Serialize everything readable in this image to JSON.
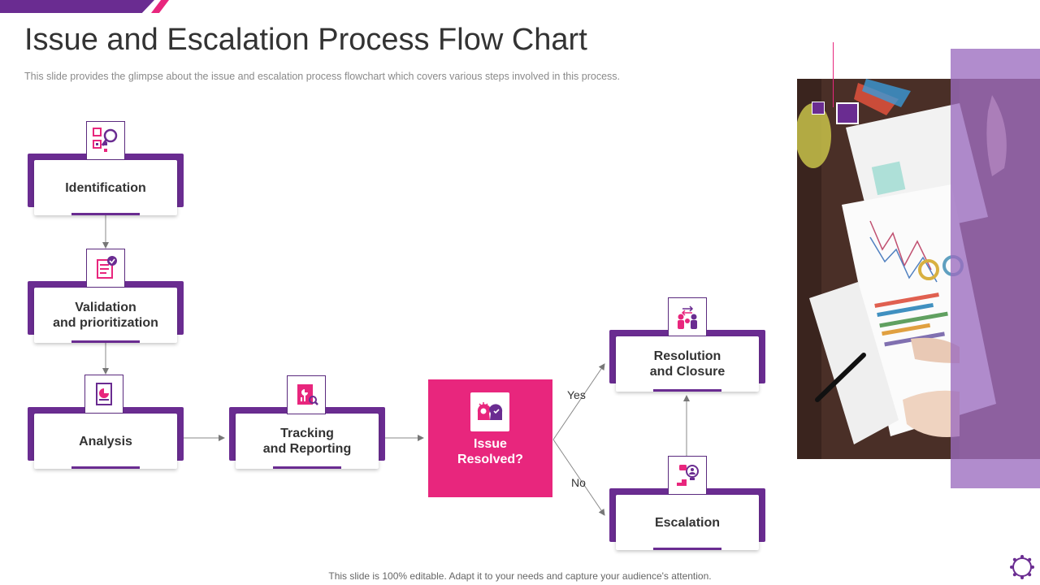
{
  "header": {
    "title": "Issue and Escalation Process Flow Chart",
    "subtitle": "This slide provides  the glimpse about the issue and escalation process flowchart which covers various  steps involved  in this process."
  },
  "steps": {
    "identification": {
      "label": "Identification",
      "icon": "qr-search-icon"
    },
    "validation": {
      "label": "Validation\nand prioritization",
      "icon": "scroll-check-icon"
    },
    "analysis": {
      "label": "Analysis",
      "icon": "document-chart-icon"
    },
    "tracking": {
      "label": "Tracking\nand Reporting",
      "icon": "report-search-icon"
    },
    "resolution": {
      "label": "Resolution\nand Closure",
      "icon": "people-discussion-icon"
    },
    "escalation": {
      "label": "Escalation",
      "icon": "idea-escalation-icon"
    }
  },
  "decision": {
    "label": "Issue\nResolved?",
    "icon": "heads-thinking-icon"
  },
  "branches": {
    "yes": "Yes",
    "no": "No"
  },
  "footer": {
    "note": "This slide is 100% editable. Adapt it to your needs and capture your audience's attention."
  },
  "colors": {
    "primary": "#6a2c91",
    "accent": "#e8267d",
    "panel": "#9b6bbf"
  }
}
